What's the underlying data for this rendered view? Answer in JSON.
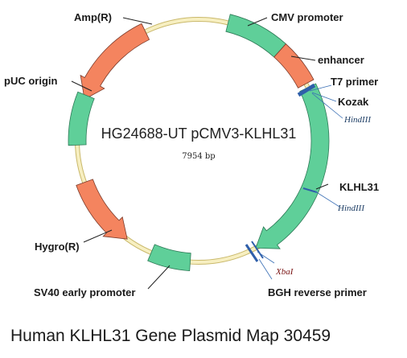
{
  "plasmid": {
    "title": "HG24688-UT pCMV3-KLHL31",
    "size_label": "7954 bp",
    "backbone_color": "#f3e7a3"
  },
  "features": [
    {
      "id": "amp",
      "label": "Amp(R)",
      "color": "#f4845f"
    },
    {
      "id": "cmv",
      "label": "CMV promoter",
      "color": "#5fcf99"
    },
    {
      "id": "enhancer",
      "label": "enhancer",
      "color": "#f4845f"
    },
    {
      "id": "klhl31",
      "label": "KLHL31",
      "color": "#5fcf99"
    },
    {
      "id": "puc",
      "label": "pUC origin",
      "color": "#5fcf99"
    },
    {
      "id": "hygro",
      "label": "Hygro(R)",
      "color": "#f4845f"
    },
    {
      "id": "sv40",
      "label": "SV40 early promoter",
      "color": "#5fcf99"
    }
  ],
  "primers": [
    {
      "id": "t7",
      "label": "T7 primer",
      "color": "#2f5faa"
    },
    {
      "id": "bgh",
      "label": "BGH reverse primer",
      "color": "#2f5faa"
    }
  ],
  "other_labels": {
    "kozak": "Kozak"
  },
  "sites": [
    {
      "id": "hind1",
      "enzyme": "HindIII",
      "color": "#1f3f66"
    },
    {
      "id": "hind2",
      "enzyme": "HindIII",
      "color": "#1f3f66"
    },
    {
      "id": "xba",
      "enzyme": "XbaI",
      "color": "#7a1414"
    }
  ],
  "caption": "Human KLHL31 Gene Plasmid Map 30459"
}
